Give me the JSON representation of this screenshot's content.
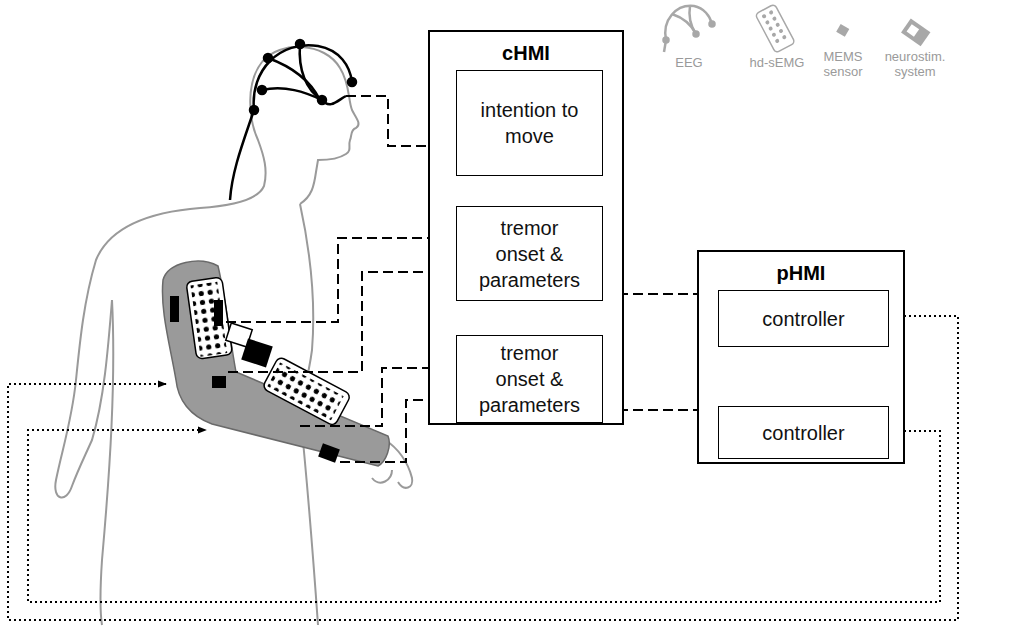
{
  "diagram": {
    "nodes": [
      {
        "text": [
          "cHMI"
        ]
      },
      {
        "text": [
          "intention to move"
        ],
        "in": 0
      },
      {
        "text": [
          "tremor onset & parameters"
        ],
        "in": 0
      },
      {
        "text": [
          "tremor onset & parameters"
        ],
        "in": 0
      },
      {
        "text": [
          "pHMI"
        ]
      },
      {
        "text": [
          "controller"
        ],
        "in": 4
      },
      {
        "text": [
          "controller"
        ],
        "in": 4
      }
    ],
    "edges": [
      {
        "from": 1,
        "to": 2,
        "arrow": "none"
      },
      {
        "from": 1,
        "to": 2,
        "arrow": "none"
      },
      {
        "from": 2,
        "to": 3,
        "arrow": "none"
      },
      {
        "from": 2,
        "to": 5,
        "arrow": "to"
      },
      {
        "from": 3,
        "to": 6,
        "arrow": "to"
      }
    ],
    "legend": [
      {
        "text": "EEG"
      },
      {
        "text": "hd-sEMG"
      },
      {
        "text": "MEMS sensor"
      },
      {
        "text": "neurostim. system"
      }
    ]
  }
}
